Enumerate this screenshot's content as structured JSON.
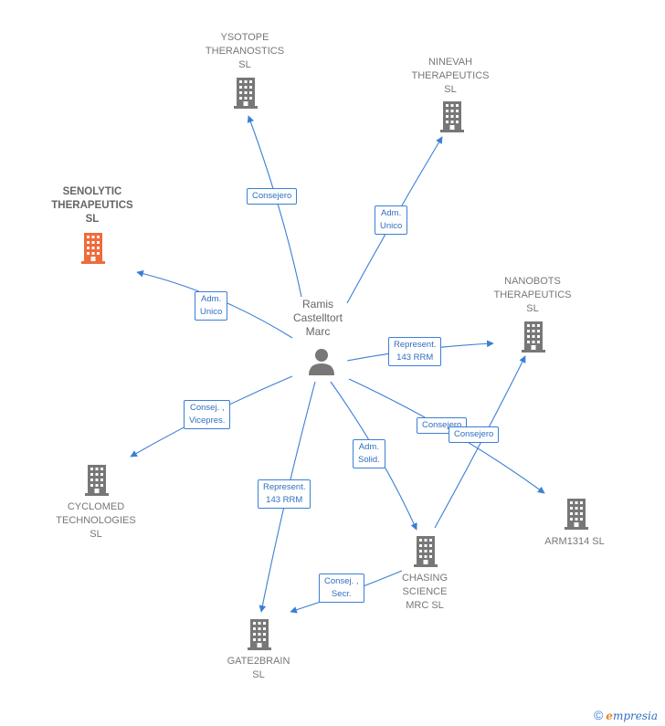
{
  "person": {
    "name": "Ramis\nCastelltort\nMarc"
  },
  "companies": {
    "ysotope": "YSOTOPE\nTHERANOSTICS\nSL",
    "ninevah": "NINEVAH\nTHERAPEUTICS\nSL",
    "senolytic": "SENOLYTIC\nTHERAPEUTICS\nSL",
    "nanobots": "NANOBOTS\nTHERAPEUTICS\nSL",
    "cyclomed": "CYCLOMED\nTECHNOLOGIES\nSL",
    "arm1314": "ARM1314  SL",
    "chasing": "CHASING\nSCIENCE\nMRC  SL",
    "gate2brain": "GATE2BRAIN\nSL"
  },
  "edges": {
    "ysotope": "Consejero",
    "ninevah": "Adm.\nUnico",
    "senolytic": "Adm.\nUnico",
    "nanobots": "Represent.\n143 RRM",
    "cyclomed": "Consej. ,\nVicepres.",
    "gate2brain": "Represent.\n143 RRM",
    "chasing": "Adm.\nSolid.",
    "arm1314": "Consejero",
    "chasing_nanobots": "Consejero",
    "chasing_gate2brain": "Consej. ,\nSecr."
  },
  "colors": {
    "edge": "#3a7fd5",
    "building": "#777777",
    "building_main": "#f06a3a"
  },
  "footer": {
    "copyright": "©",
    "brand_initial": "e",
    "brand_rest": "mpresia"
  }
}
